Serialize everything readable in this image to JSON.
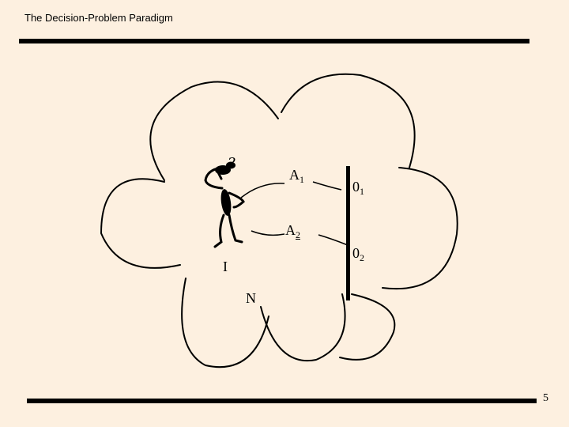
{
  "header": {
    "title": "The Decision-Problem Paradigm"
  },
  "diagram": {
    "question_mark": "?",
    "action_1": {
      "base": "A",
      "sub": "1"
    },
    "action_2": {
      "base": "A",
      "sub": "2"
    },
    "outcome_1": {
      "base": "0",
      "sub": "1"
    },
    "outcome_2": {
      "base": "0",
      "sub": "2"
    },
    "information_label": "I",
    "nature_label": "N"
  },
  "footer": {
    "page_number": "5"
  }
}
